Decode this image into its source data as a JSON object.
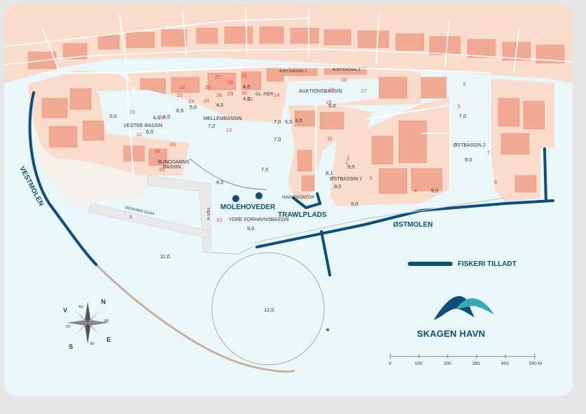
{
  "labels": {
    "vestmolen": "VESTMOLEN",
    "ostmolen": "ØSTMOLEN",
    "moleheveder": "MOLEHOVEDER",
    "trawlplads": "TRAWLPLADS",
    "vestre_bassin": "VESTRE BASSIN",
    "mellembassin": "MELLEMBASSIN",
    "auktionsbassin": "AUKTIONSBASSIN",
    "ostbassin1": "ØSTBASSIN 1",
    "ostbassin2": "ØSTBASSIN 2",
    "ydre_forhavnsbassin": "YDRE FORHAVNSBASSIN",
    "bundgarns_bassin": "BUNDGARNS BASSIN",
    "havnekontor": "HAVNEKONTOR",
    "auktionshal1": "AUKTIONSHAL 1",
    "auktionshal2": "AUKTIONSHAL 2",
    "gl_pier": "GL. PIER",
    "orskaer_quay": "ORSKAER QUAY",
    "pier_vi": "PIER VI"
  },
  "depths": {
    "d50a": "5,0",
    "d60": "6,0",
    "d80": "8,0",
    "d85": "8,5",
    "d50b": "5,0",
    "d70a": "7,0",
    "d40a": "4,0",
    "d40b": "4,0",
    "d40c": "4,0",
    "d70b": "7,0",
    "d50c": "5,0",
    "d30": "3,0",
    "d50d": "5,0",
    "d70c": "7,0",
    "d70d": "7,0",
    "d40d": "4,0",
    "d90a": "9,0",
    "d90b": "9,0",
    "d90c": "9,0",
    "d90d": "9,0",
    "d110": "11,0",
    "d120": "12,0",
    "d70e": "7,0",
    "d90e": "9,0",
    "d40e": "4,0",
    "d81": "8,1",
    "d90f": "9,0"
  },
  "quay_numbers": [
    "1",
    "2",
    "3",
    "4",
    "5",
    "6",
    "7",
    "8",
    "9",
    "10",
    "11",
    "12",
    "13",
    "14",
    "15",
    "16",
    "17",
    "18",
    "19",
    "20",
    "21",
    "22",
    "23",
    "24",
    "25",
    "26",
    "27",
    "28",
    "29",
    "30",
    "31",
    "32",
    "33",
    "34",
    "35"
  ],
  "legend": {
    "fishing_allowed": "FISKERI TILLADT",
    "line_color": "#0e4e7a"
  },
  "brand": {
    "name": "SKAGEN HAVN",
    "color_dark": "#0e4e7a",
    "color_light": "#3aa7b5"
  },
  "scale": {
    "ticks": [
      "0",
      "100",
      "200",
      "300",
      "400",
      "500 M"
    ]
  },
  "compass": {
    "n": "N",
    "s": "S",
    "e": "E",
    "v": "V",
    "ne": "NE",
    "nv": "NV",
    "se": "SE",
    "sv": "SV"
  },
  "colors": {
    "water": "#eaf7fa",
    "land": "#f9dccb",
    "building": "#f2a994",
    "road": "#ffffff",
    "quay": "#e9e9e9"
  }
}
